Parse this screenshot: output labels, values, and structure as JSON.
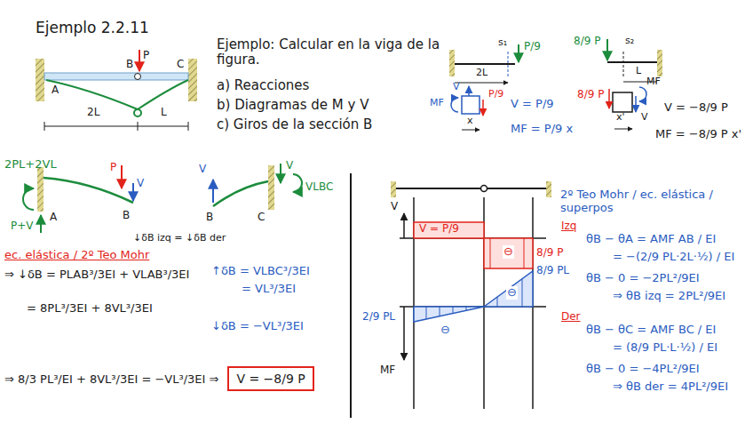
{
  "diagram": {
    "title": "Ejemplo 2.2.11",
    "nodes": [
      {
        "text": [
          "V = −8/9 P"
        ]
      }
    ],
    "labels": [
      "P",
      "A",
      "B",
      "C",
      "2L",
      "L",
      "Ejemplo: Calcular en la viga de la figura.",
      "a) Reacciones",
      "b) Diagramas de M y V",
      "c) Giros de la sección B",
      "s₁",
      "P/9",
      "2L",
      "MF",
      "V",
      "P/9",
      "x",
      "V = P/9",
      "MF = P/9 x",
      "8/9 P",
      "s₂",
      "L",
      "8/9 P",
      "x'",
      "V",
      "MF",
      "V = −8/9 P",
      "MF = −8/9 P x'",
      "2PL+2VL",
      "P",
      "V",
      "A",
      "B",
      "P+V",
      "V",
      "V",
      "VLBC",
      "B",
      "C",
      "↓δB izq = ↓δB der",
      "ec. elástica / 2º Teo Mohr",
      "⇒ ↓δB = PLAB³/3EI + VLAB³/3EI",
      "= 8PL³/3EI + 8VL³/3EI",
      "↑δB = VLBC³/3EI",
      "= VL³/3EI",
      "↓δB = −VL³/3EI",
      "⇒ 8/3 PL³/EI + 8VL³/3EI = −VL³/3EI ⇒",
      "V",
      "V = P/9",
      "⊖",
      "8/9 P",
      "2/9 PL",
      "⊖",
      "⊖",
      "8/9 PL",
      "MF",
      "2º Teo Mohr / ec. elástica / superpos",
      "Izq",
      "θB − θA = AMF AB / EI",
      "= −(2/9 PL·2L·½) / EI",
      "θB − 0 = −2PL²/9EI",
      "⇒ θB izq = 2PL²/9EI",
      "Der",
      "θB − θC = AMF BC / EI",
      "= (8/9 PL·L·½) / EI",
      "θB − 0 = −4PL²/9EI",
      "⇒ θB der = 4PL²/9EI"
    ]
  }
}
